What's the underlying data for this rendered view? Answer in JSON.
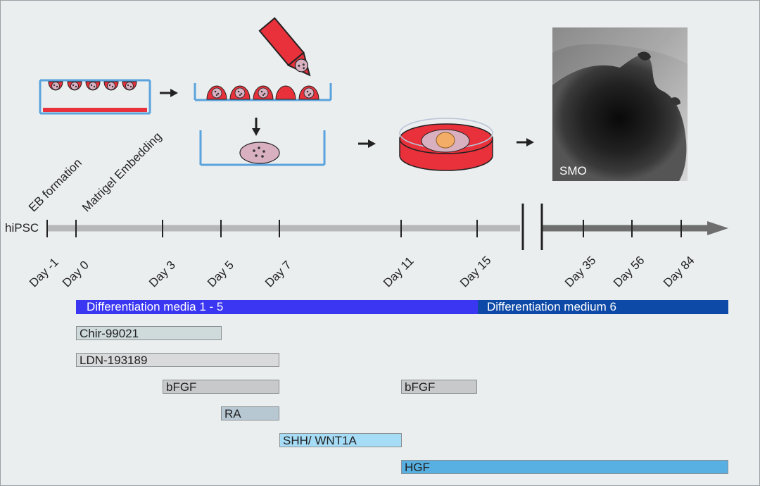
{
  "diagram": {
    "steps": {
      "eb_formation": "EB formation",
      "matrigel_embedding": "Matrigel Embedding"
    },
    "timeline": {
      "start_label": "hiPSC",
      "days": [
        "Day -1",
        "Day 0",
        "Day 3",
        "Day 5",
        "Day 7",
        "Day 11",
        "Day 15",
        "Day 35",
        "Day 56",
        "Day 84"
      ]
    },
    "media": [
      {
        "label": "Differentiation media 1 - 5",
        "color": "#3a36f2"
      },
      {
        "label": "Differentiation medium 6",
        "color": "#0d4aa7"
      }
    ],
    "factors": [
      {
        "label": "Chir-99021",
        "color": "#cfdadb"
      },
      {
        "label": "LDN-193189",
        "color": "#d8dadb"
      },
      {
        "label": "bFGF",
        "color": "#c8c9ca"
      },
      {
        "label": "bFGF",
        "color": "#c8c9ca"
      },
      {
        "label": "RA",
        "color": "#b8c8d3"
      },
      {
        "label": "SHH/ WNT1A",
        "color": "#a7dcf6"
      },
      {
        "label": "HGF",
        "color": "#57b0e1"
      }
    ],
    "image_label": "SMO",
    "colors": {
      "red": "#e8313b",
      "blue_outline": "#5aa3dc",
      "axis": "#b5b7b8"
    }
  }
}
